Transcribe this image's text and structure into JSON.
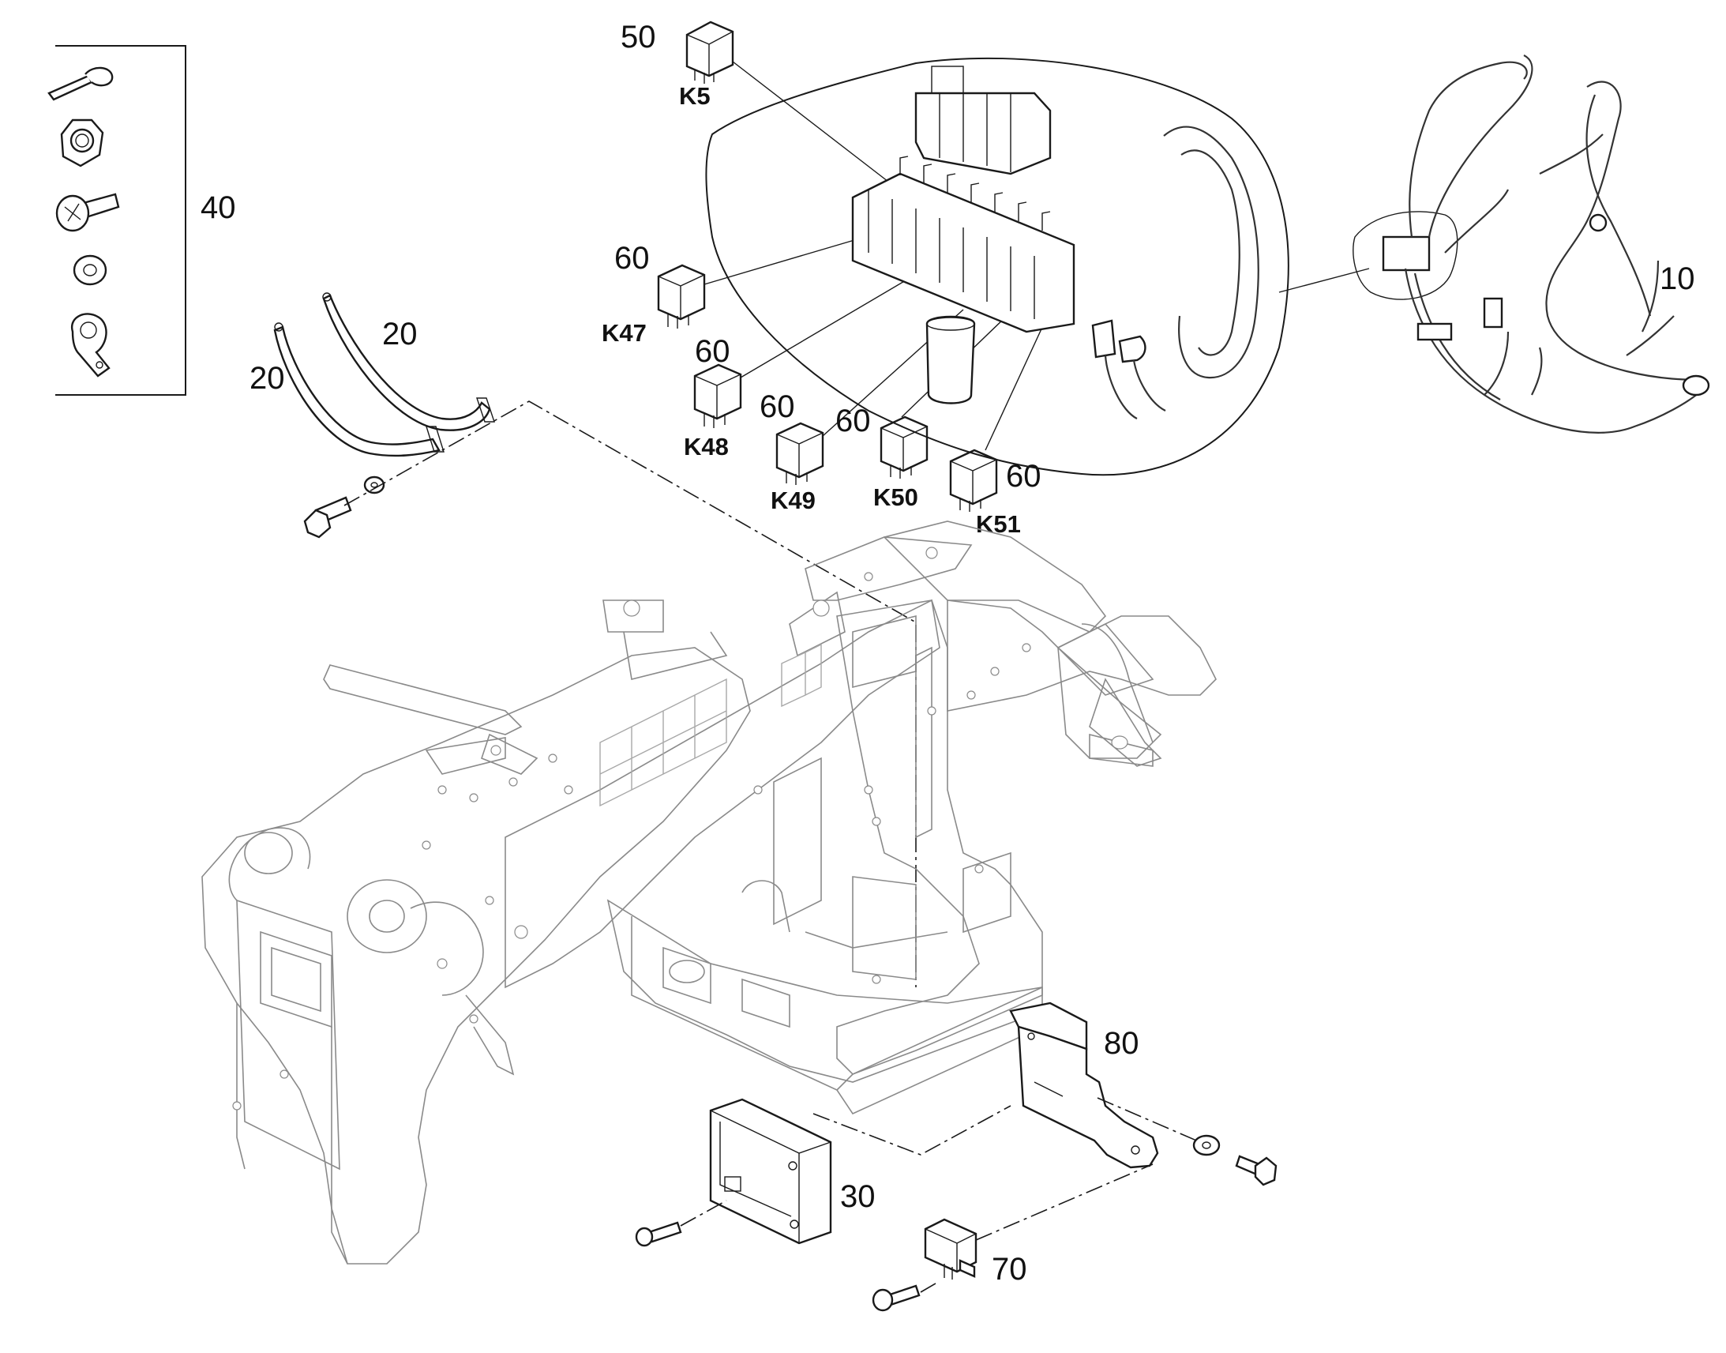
{
  "callouts": {
    "c10": "10",
    "c20a": "20",
    "c20b": "20",
    "c30": "30",
    "c40": "40",
    "c50": "50",
    "c60_k47": "60",
    "c60_k48": "60",
    "c60_k49": "60",
    "c60_k50": "60",
    "c60_k51": "60",
    "c70": "70",
    "c80": "80"
  },
  "relays": {
    "k5": "K5",
    "k47": "K47",
    "k48": "K48",
    "k49": "K49",
    "k50": "K50",
    "k51": "K51"
  },
  "kit_items": [
    "cable-tie",
    "nut",
    "screw",
    "washer",
    "cable-clamp"
  ]
}
